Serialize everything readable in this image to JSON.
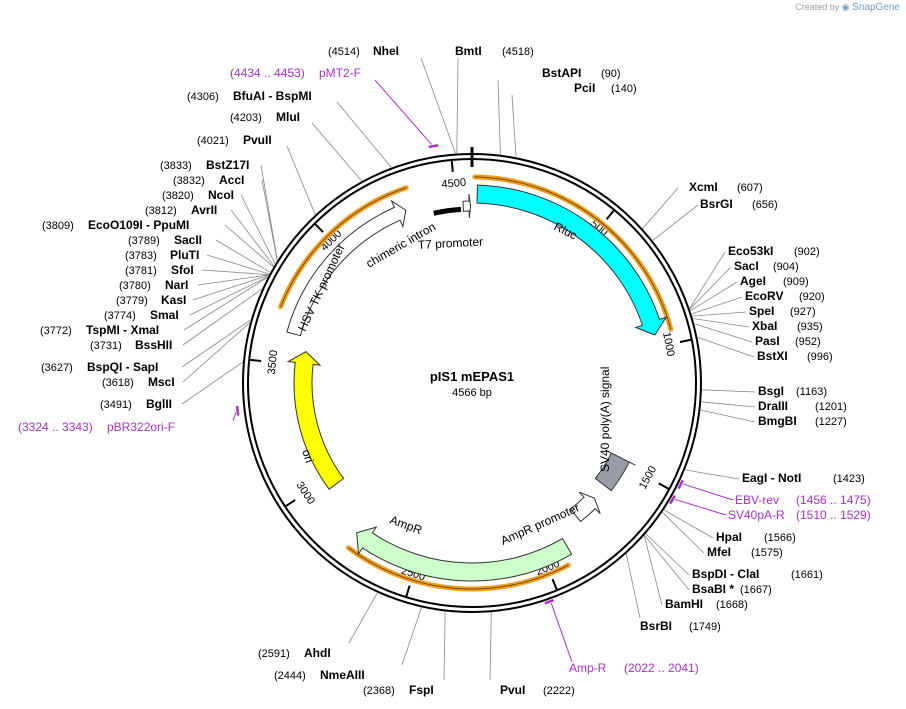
{
  "app": {
    "credit_prefix": "Created by",
    "credit_brand": "SnapGene"
  },
  "plasmid": {
    "name": "pIS1 mEPAS1",
    "size": "4566 bp"
  },
  "ticks": [
    "500",
    "1000",
    "1500",
    "2000",
    "2500",
    "3000",
    "3500",
    "4000",
    "4500"
  ],
  "features": [
    {
      "id": "rluc",
      "label": "Rluc"
    },
    {
      "id": "sv40-polya",
      "label": "SV40 poly(A) signal"
    },
    {
      "id": "ampr-promoter",
      "label": "AmpR promoter"
    },
    {
      "id": "ampr",
      "label": "AmpR"
    },
    {
      "id": "ori",
      "label": "ori"
    },
    {
      "id": "hsv-tk-promoter",
      "label": "HSV TK promoter"
    },
    {
      "id": "chimeric-intron",
      "label": "chimeric intron"
    },
    {
      "id": "t7-promoter",
      "label": "T7 promoter"
    }
  ],
  "sites": [
    {
      "name": "NheI",
      "pos": "(4514)"
    },
    {
      "name": "BmtI",
      "pos": "(4518)"
    },
    {
      "name": "BstAPI",
      "pos": "(90)"
    },
    {
      "name": "PciI",
      "pos": "(140)"
    },
    {
      "name": "XcmI",
      "pos": "(607)"
    },
    {
      "name": "BsrGI",
      "pos": "(656)"
    },
    {
      "name": "Eco53kI",
      "pos": "(902)"
    },
    {
      "name": "SacI",
      "pos": "(904)"
    },
    {
      "name": "AgeI",
      "pos": "(909)"
    },
    {
      "name": "EcoRV",
      "pos": "(920)"
    },
    {
      "name": "SpeI",
      "pos": "(927)"
    },
    {
      "name": "XbaI",
      "pos": "(935)"
    },
    {
      "name": "PasI",
      "pos": "(952)"
    },
    {
      "name": "BstXI",
      "pos": "(996)"
    },
    {
      "name": "BsgI",
      "pos": "(1163)"
    },
    {
      "name": "DraIII",
      "pos": "(1201)"
    },
    {
      "name": "BmgBI",
      "pos": "(1227)"
    },
    {
      "name": "EagI - NotI",
      "pos": "(1423)"
    },
    {
      "name": "HpaI",
      "pos": "(1566)"
    },
    {
      "name": "MfeI",
      "pos": "(1575)"
    },
    {
      "name": "BspDI - ClaI",
      "pos": "(1661)"
    },
    {
      "name": "BsaBI *",
      "pos": "(1667)"
    },
    {
      "name": "BamHI",
      "pos": "(1668)"
    },
    {
      "name": "BsrBI",
      "pos": "(1749)"
    },
    {
      "name": "PvuI",
      "pos": "(2222)"
    },
    {
      "name": "FspI",
      "pos": "(2368)"
    },
    {
      "name": "NmeAIII",
      "pos": "(2444)"
    },
    {
      "name": "AhdI",
      "pos": "(2591)"
    },
    {
      "name": "BglII",
      "pos": "(3491)"
    },
    {
      "name": "MscI",
      "pos": "(3618)"
    },
    {
      "name": "BspQI - SapI",
      "pos": "(3627)"
    },
    {
      "name": "BssHII",
      "pos": "(3731)"
    },
    {
      "name": "TspMI - XmaI",
      "pos": "(3772)"
    },
    {
      "name": "SmaI",
      "pos": "(3774)"
    },
    {
      "name": "KasI",
      "pos": "(3779)"
    },
    {
      "name": "NarI",
      "pos": "(3780)"
    },
    {
      "name": "SfoI",
      "pos": "(3781)"
    },
    {
      "name": "PluTI",
      "pos": "(3783)"
    },
    {
      "name": "SacII",
      "pos": "(3789)"
    },
    {
      "name": "EcoO109I - PpuMI",
      "pos": "(3809)"
    },
    {
      "name": "AvrII",
      "pos": "(3812)"
    },
    {
      "name": "NcoI",
      "pos": "(3820)"
    },
    {
      "name": "AccI",
      "pos": "(3832)"
    },
    {
      "name": "BstZ17I",
      "pos": "(3833)"
    },
    {
      "name": "PvuII",
      "pos": "(4021)"
    },
    {
      "name": "MluI",
      "pos": "(4203)"
    },
    {
      "name": "BfuAI - BspMI",
      "pos": "(4306)"
    }
  ],
  "primers": [
    {
      "name": "pMT2-F",
      "pos": "(4434 .. 4453)"
    },
    {
      "name": "EBV-rev",
      "pos": "(1456 .. 1475)"
    },
    {
      "name": "SV40pA-R",
      "pos": "(1510 .. 1529)"
    },
    {
      "name": "Amp-R",
      "pos": "(2022 .. 2041)"
    },
    {
      "name": "pBR322ori-F",
      "pos": "(3324 .. 3343)"
    }
  ],
  "colors": {
    "rluc": "#00ffff",
    "ori": "#ffff00",
    "ampr": "#ccffcc",
    "polya": "#999da6",
    "promoter": "#ffffff",
    "orf_highlight": "#f0a020",
    "primer": "#a930c8",
    "backbone": "#000000"
  }
}
